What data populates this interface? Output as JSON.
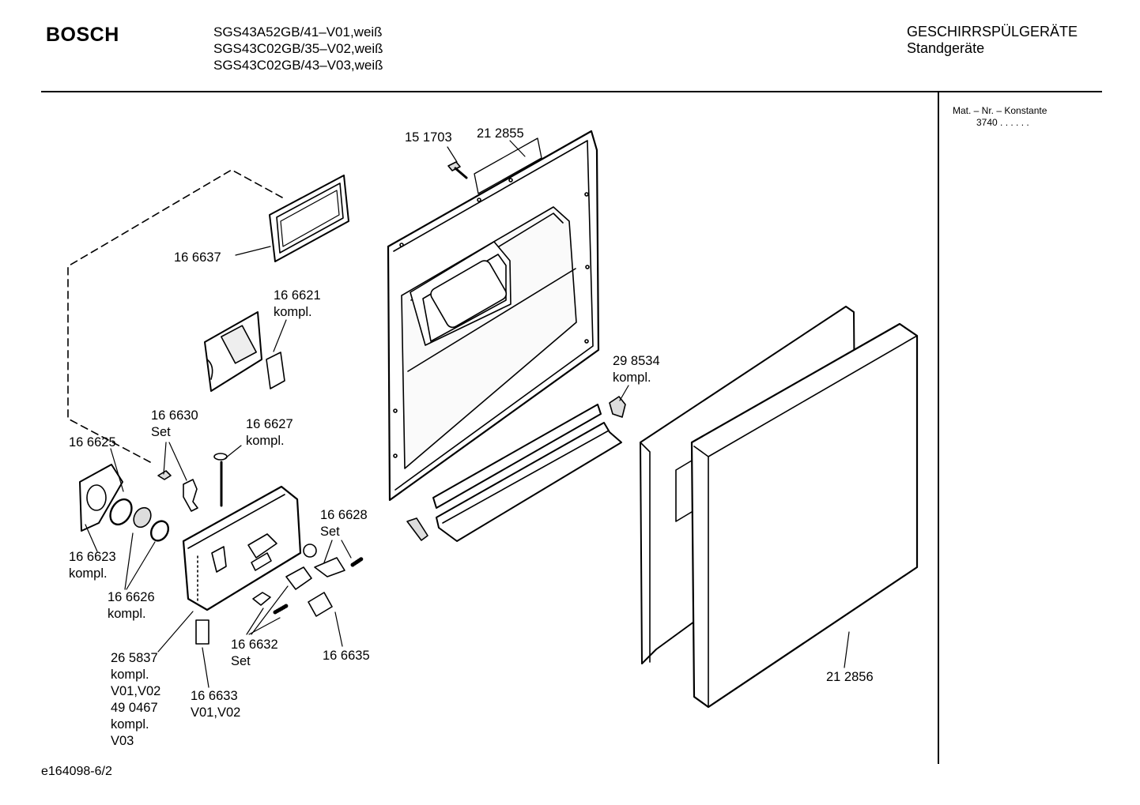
{
  "header": {
    "brand": "BOSCH",
    "models": [
      "SGS43A52GB/41–V01,weiß",
      "SGS43C02GB/35–V02,weiß",
      "SGS43C02GB/43–V03,weiß"
    ],
    "category": "GESCHIRRSPÜLGERÄTE",
    "subcategory": "Standgeräte"
  },
  "sidebar": {
    "mat_label": "Mat. – Nr. – Konstante",
    "mat_value": "3740 . .   . . . ."
  },
  "footer": {
    "doc_id": "e164098-6/2"
  },
  "parts": [
    {
      "id": "p151703",
      "lines": [
        "15 1703"
      ]
    },
    {
      "id": "p212855",
      "lines": [
        "21 2855"
      ]
    },
    {
      "id": "p166637",
      "lines": [
        "16 6637"
      ]
    },
    {
      "id": "p166621",
      "lines": [
        "16 6621",
        "kompl."
      ]
    },
    {
      "id": "p298534",
      "lines": [
        "29 8534",
        "kompl."
      ]
    },
    {
      "id": "p166630",
      "lines": [
        "16 6630",
        "Set"
      ]
    },
    {
      "id": "p166627",
      "lines": [
        "16 6627",
        "kompl."
      ]
    },
    {
      "id": "p166625",
      "lines": [
        "16 6625"
      ]
    },
    {
      "id": "p166628",
      "lines": [
        "16 6628",
        "Set"
      ]
    },
    {
      "id": "p166623",
      "lines": [
        "16 6623",
        "kompl."
      ]
    },
    {
      "id": "p166626",
      "lines": [
        "16 6626",
        "kompl."
      ]
    },
    {
      "id": "p166632",
      "lines": [
        "16 6632",
        "Set"
      ]
    },
    {
      "id": "p166635",
      "lines": [
        "16 6635"
      ]
    },
    {
      "id": "p265837",
      "lines": [
        "26 5837",
        "kompl.",
        "V01,V02",
        "49 0467",
        "kompl.",
        "V03"
      ]
    },
    {
      "id": "p166633",
      "lines": [
        "16 6633",
        "V01,V02"
      ]
    },
    {
      "id": "p212856",
      "lines": [
        "21 2856"
      ]
    }
  ]
}
